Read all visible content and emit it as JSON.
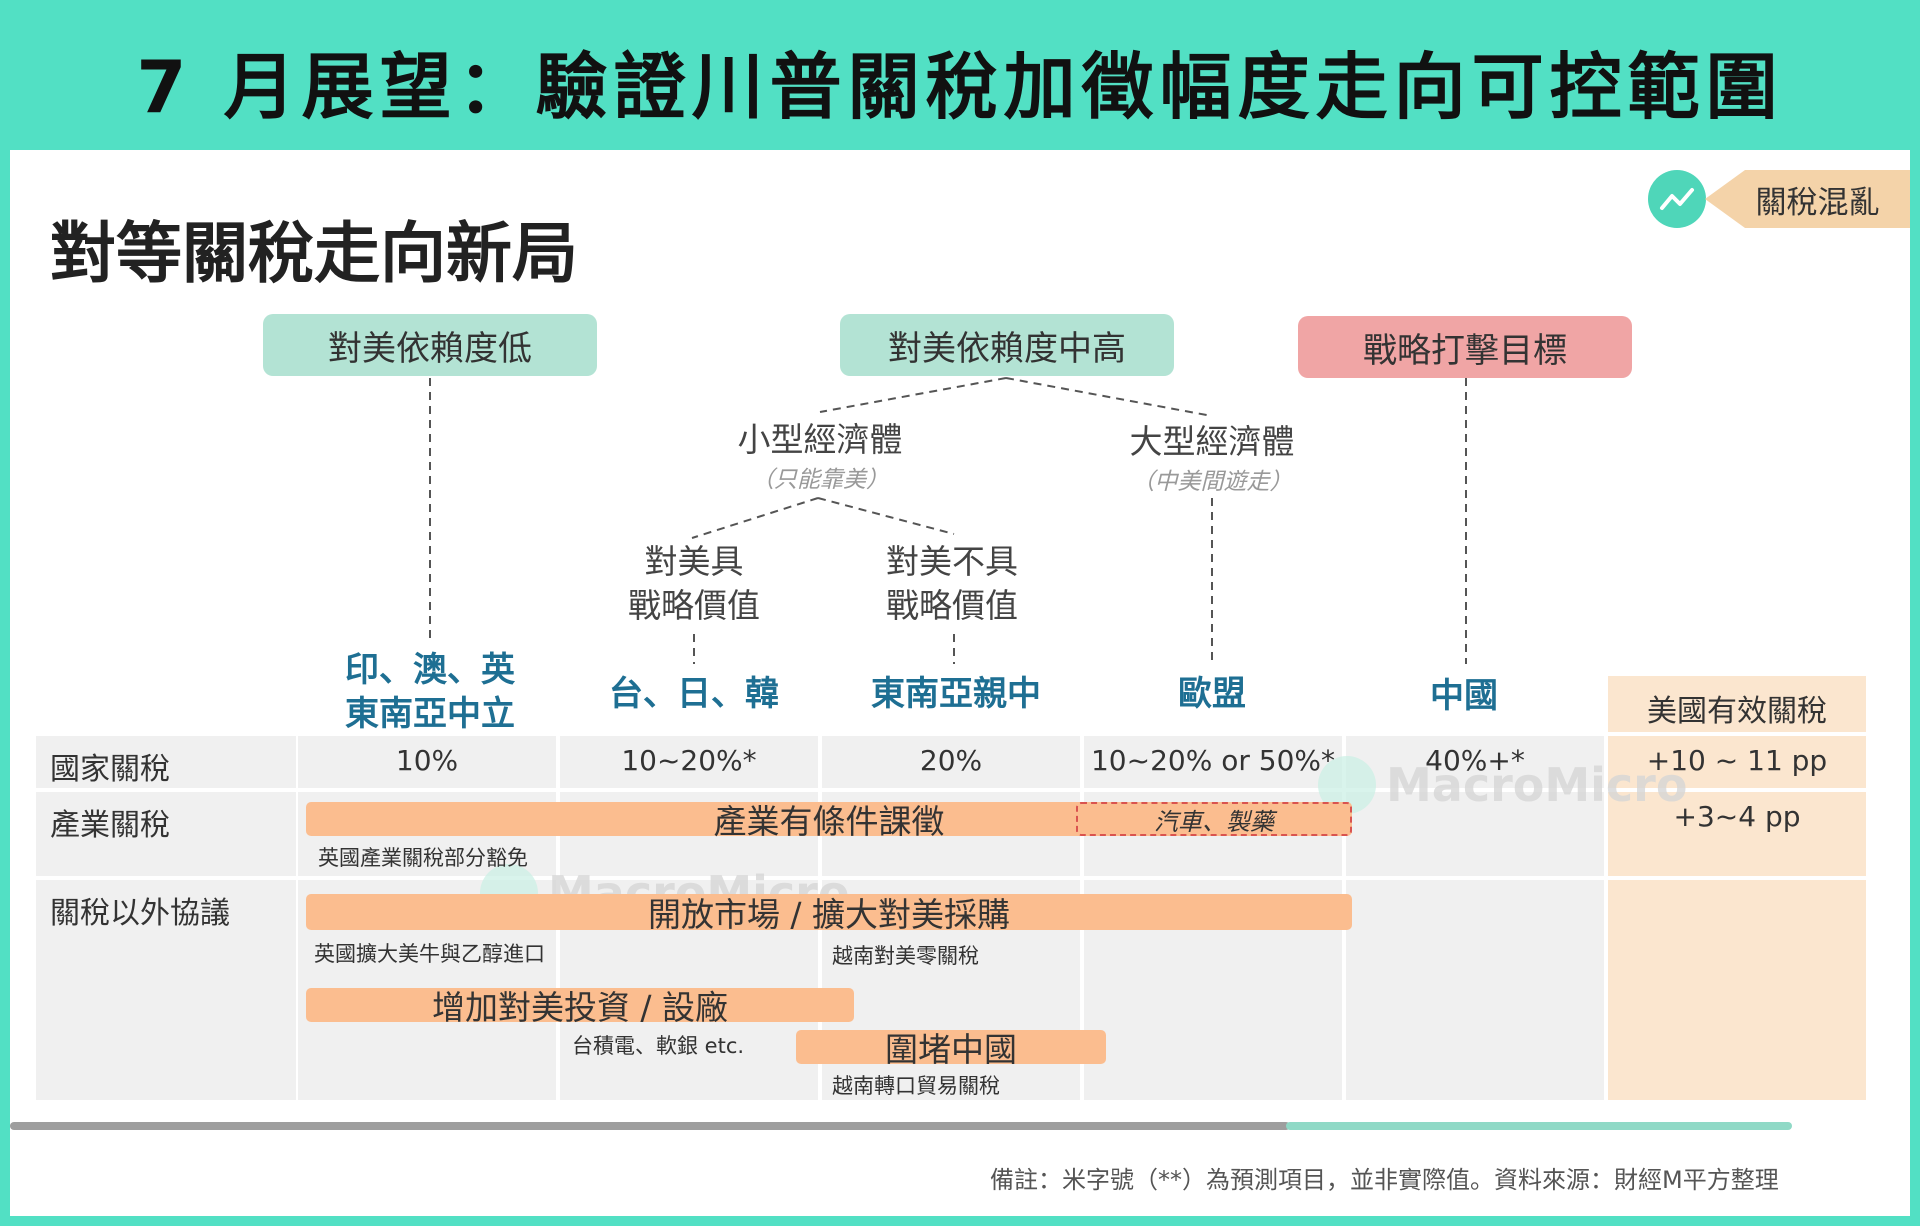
{
  "header": {
    "title": "7 月展望：驗證川普關稅加徵幅度走向可控範圍"
  },
  "badge": {
    "label": "關稅混亂",
    "icon": "macromicro-logo-icon"
  },
  "section": {
    "title": "對等關稅走向新局"
  },
  "categories": {
    "low": "對美依賴度低",
    "mid_high": "對美依賴度中高",
    "strategic": "戰略打擊目標"
  },
  "tree": {
    "small_econ": "小型經濟體",
    "small_econ_sub": "（只能靠美）",
    "large_econ": "大型經濟體",
    "large_econ_sub": "（中美間遊走）",
    "has_value_l1": "對美具",
    "has_value_l2": "戰略價值",
    "no_value_l1": "對美不具",
    "no_value_l2": "戰略價值"
  },
  "countries": {
    "c1_l1": "印、澳、英",
    "c1_l2": "東南亞中立",
    "c2": "台、日、韓",
    "c3": "東南亞親中",
    "c4": "歐盟",
    "c5": "中國",
    "us_header": "美國有效關稅"
  },
  "rows": {
    "national": "國家關稅",
    "industry": "產業關稅",
    "other": "關稅以外協議"
  },
  "national_values": [
    "10%",
    "10~20%*",
    "20%",
    "10~20% or 50%*",
    "40%+*",
    "+10 ~ 11 pp"
  ],
  "industry": {
    "bar_label": "產業有條件課徵",
    "auto_pharma": "汽車、製藥",
    "note_uk": "英國產業關稅部分豁免",
    "us_value": "+3~4 pp"
  },
  "agreements": {
    "open_market": "開放市場 / 擴大對美採購",
    "note_uk_beef": "英國擴大美牛與乙醇進口",
    "note_vn_zero": "越南對美零關稅",
    "invest": "增加對美投資 / 設廠",
    "note_tsmc": "台積電、軟銀 etc.",
    "contain_china": "圍堵中國",
    "note_vn_transship": "越南轉口貿易關稅"
  },
  "watermark": "MacroMicro",
  "footnote": "備註：米字號（**）為預測項目，並非實際值。資料來源：財經M平方整理",
  "colors": {
    "frame": "#52e0c4",
    "tag_green": "#b3e3d4",
    "tag_red": "#f0a5a5",
    "bar_orange": "#fbbd8f",
    "country_blue": "#1e6f93",
    "us_column": "#fbe6cf"
  }
}
